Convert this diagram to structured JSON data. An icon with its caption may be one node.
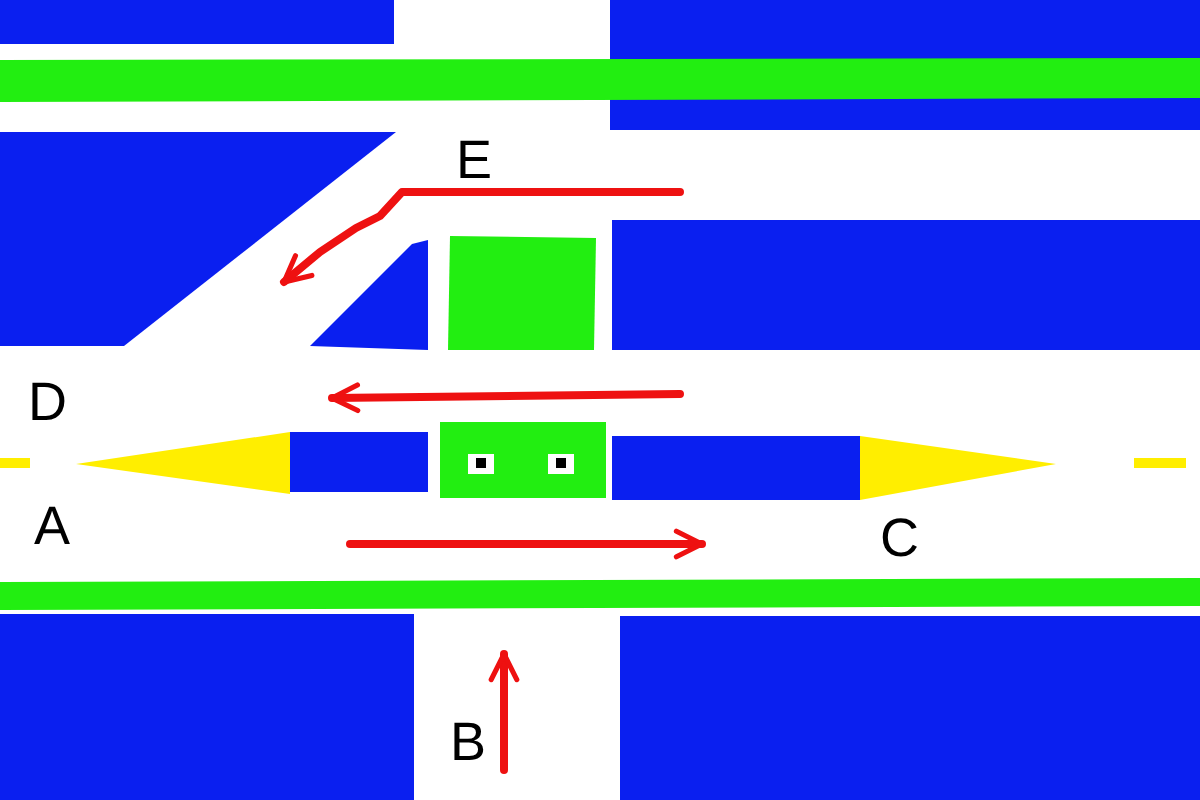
{
  "diagram": {
    "labels": [
      "E",
      "D",
      "A",
      "C",
      "B"
    ]
  }
}
